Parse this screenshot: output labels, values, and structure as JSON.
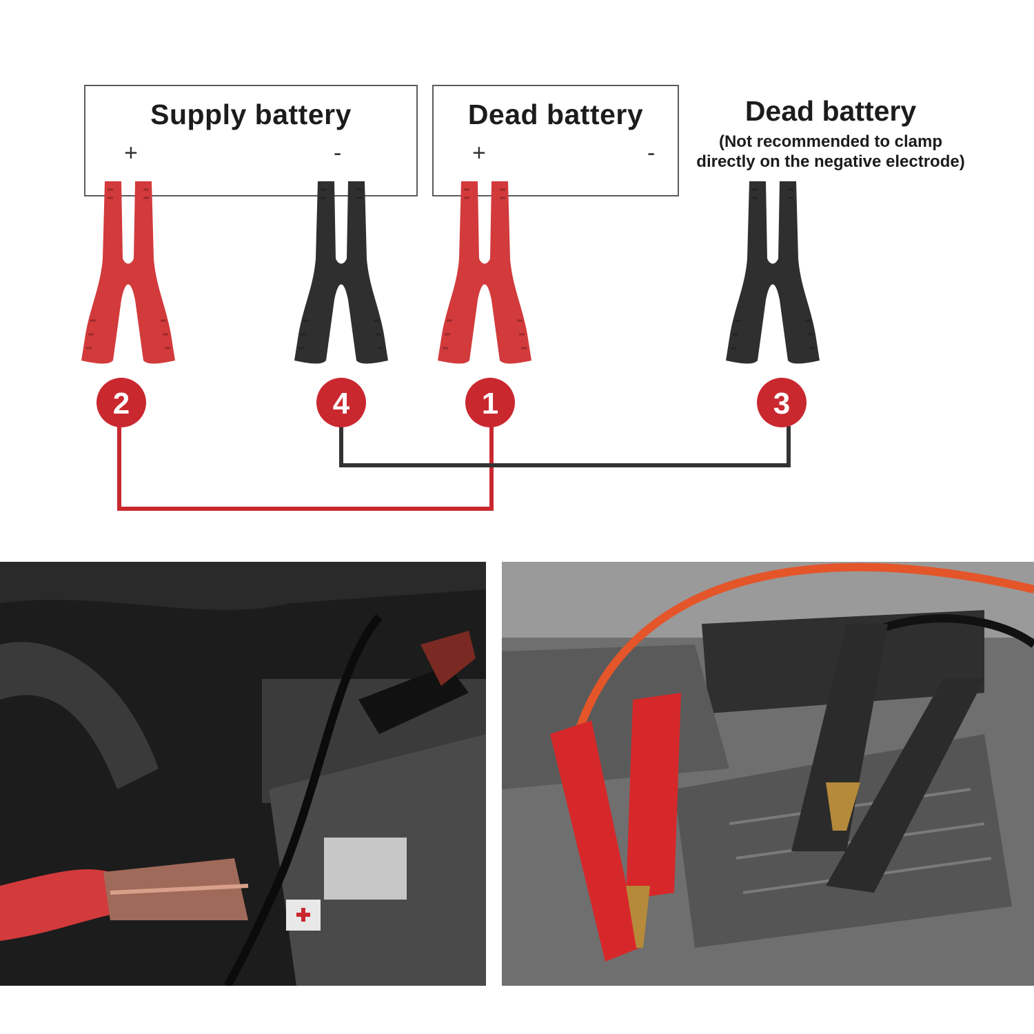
{
  "diagram": {
    "supply_box": {
      "title": "Supply battery",
      "plus": "+",
      "minus": "-"
    },
    "dead_box": {
      "title": "Dead battery",
      "plus": "+",
      "minus": "-"
    },
    "free_label": {
      "title": "Dead battery",
      "note_line1": "(Not recommended to clamp",
      "note_line2": "directly on the negative electrode)"
    },
    "clamps": [
      {
        "step": "2",
        "color": "red",
        "name": "supply-positive"
      },
      {
        "step": "4",
        "color": "black",
        "name": "supply-negative"
      },
      {
        "step": "1",
        "color": "red",
        "name": "dead-positive"
      },
      {
        "step": "3",
        "color": "black",
        "name": "dead-ground"
      }
    ],
    "colors": {
      "red": "#d23a3c",
      "black": "#2f2f2f",
      "badge": "#c9282f",
      "red_wire": "#c9282f",
      "black_wire": "#333333"
    }
  },
  "photos": [
    {
      "name": "engine-bay-photo-left",
      "icon": "jumper-clamp-on-battery"
    },
    {
      "name": "engine-bay-photo-right",
      "icon": "red-black-clamps-orange-cable"
    }
  ]
}
